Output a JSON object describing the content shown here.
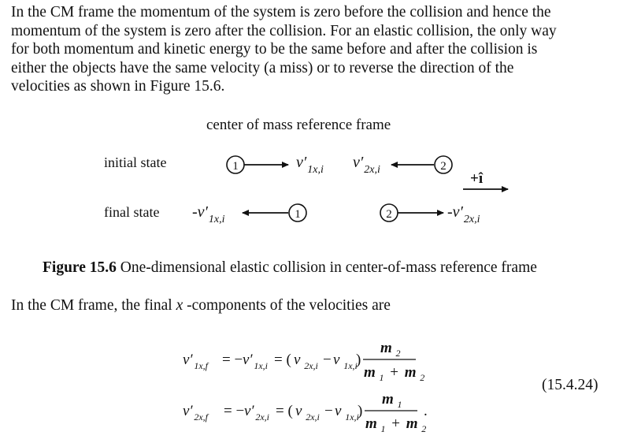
{
  "paragraph": {
    "lines": [
      "In the CM frame the momentum of the system is zero before the collision and hence the",
      "momentum of the system is zero after the collision. For an elastic collision, the only way",
      "for both momentum and kinetic energy to be the same before and after the collision is",
      "either the objects have the same velocity (a miss) or to reverse the direction of the",
      "velocities as shown in Figure 15.6."
    ]
  },
  "figure": {
    "title": "center of mass reference frame",
    "initial_label": "initial state",
    "final_label": "final state",
    "object1": "1",
    "object2": "2",
    "v1_initial_main": "v′",
    "v1_initial_sub": "1x,i",
    "v2_initial_main": "v′",
    "v2_initial_sub": "2x,i",
    "unit_vector": "+î",
    "v1_final_main": "-v′",
    "v1_final_sub": "1x,i",
    "v2_final_main": "-v′",
    "v2_final_sub": "2x,i"
  },
  "caption": {
    "label": "Figure 15.6",
    "text": " One-dimensional elastic collision in center-of-mass reference frame"
  },
  "sentence": {
    "before": "In the CM frame, the final ",
    "variable": "x",
    "after": " -components of the velocities are"
  },
  "equations": {
    "eq1": {
      "lhs_main": "v′",
      "lhs_sub": "1x,f",
      "eq_a": "= −",
      "mid_main": "v′",
      "mid_sub": "1x,i",
      "eq_b": "= (",
      "v_a_main": "v",
      "v_a_sub": "2x,i",
      "minus": "−",
      "v_b_main": "v",
      "v_b_sub": "1x,i",
      "close": ")",
      "num_main": "m",
      "num_sub": "2",
      "den_a_main": "m",
      "den_a_sub": "1",
      "plus": "+",
      "den_b_main": "m",
      "den_b_sub": "2"
    },
    "eq2": {
      "lhs_main": "v′",
      "lhs_sub": "2x,f",
      "eq_a": "= −",
      "mid_main": "v′",
      "mid_sub": "2x,i",
      "eq_b": "= (",
      "v_a_main": "v",
      "v_a_sub": "2x,i",
      "minus": "−",
      "v_b_main": "v",
      "v_b_sub": "1x,i",
      "close": ")",
      "num_main": "m",
      "num_sub": "1",
      "den_a_main": "m",
      "den_a_sub": "1",
      "plus": "+",
      "den_b_main": "m",
      "den_b_sub": "2",
      "period": "."
    },
    "number": "(15.4.24)"
  }
}
